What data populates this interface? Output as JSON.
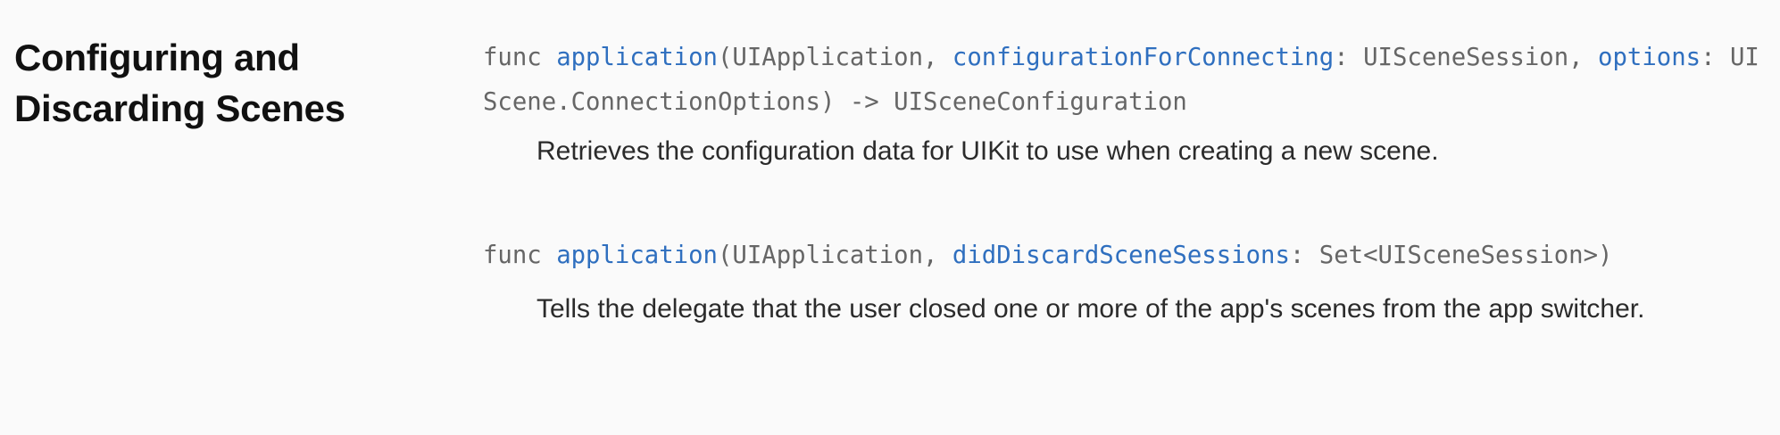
{
  "section": {
    "title_line1": "Configuring and",
    "title_line2": "Discarding Scenes"
  },
  "topics": [
    {
      "signature": {
        "keyword": "func",
        "name": "application",
        "open": "(UIApplication, ",
        "label1": "configurationForConnecting",
        "type1": ": UISceneSession, ",
        "label2": "options",
        "type2": ": UIScene.ConnectionOptions) -> UISceneConfiguration"
      },
      "abstract": "Retrieves the configuration data for UIKit to use when creating a new scene."
    },
    {
      "signature": {
        "keyword": "func",
        "name": "application",
        "open": "(UIApplication, ",
        "label1": "didDiscardSceneSessions",
        "type1": ": Set<UISceneSession>)"
      },
      "abstract": "Tells the delegate that the user closed one or more of the app's scenes from the app switcher."
    }
  ],
  "colors": {
    "background": "#fafafa",
    "title": "#111111",
    "code_text": "#666666",
    "code_identifier": "#2f6fbf",
    "abstract_text": "#2b2b2b"
  }
}
